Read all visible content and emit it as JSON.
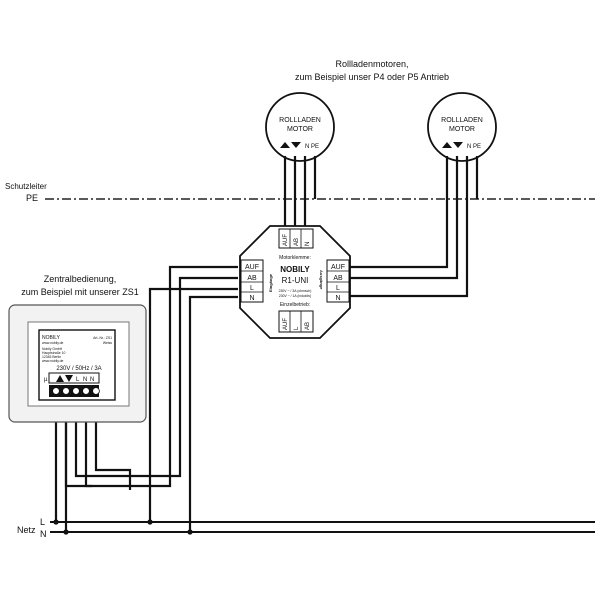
{
  "title": {
    "line1": "Rollladenmotoren,",
    "line2": "zum Beispiel unser P4 oder P5 Antrieb"
  },
  "schutzleiter": {
    "line1": "Schutzleiter",
    "line2": "PE"
  },
  "zentral": {
    "line1": "Zentralbedienung,",
    "line2": "zum Beispiel mit unserer ZS1"
  },
  "motor": {
    "line1": "ROLLLADEN",
    "line2": "MOTOR",
    "terminal_n": "N",
    "terminal_pe": "PE"
  },
  "module": {
    "header": "Motorklemme:",
    "brand": "NOBILY",
    "model": "R1-UNI",
    "spec1": "230V ~ / 3A (ohmsch)",
    "spec2": "230V ~ / 1A (induktiv)",
    "footer": "Einzelbetrieb:",
    "side_left": "Eingänge",
    "side_right": "Ausgänge",
    "top_terminals": [
      "AUF",
      "AB",
      "N"
    ],
    "left_terminals": [
      "AUF",
      "AB",
      "L",
      "N"
    ],
    "right_terminals": [
      "AUF",
      "AB",
      "L",
      "N"
    ],
    "bottom_terminals": [
      "AUF",
      "L",
      "AB"
    ]
  },
  "switch": {
    "brand": "NOBILY",
    "brand_sub": "www.nobily.de",
    "art": "Art.-Nr.: ZS1",
    "art_sub": "Weiss",
    "addr1": "Nobily GmbH",
    "addr2": "Hauptstraße 10",
    "addr3": "12345 Berlin",
    "addr4": "www.nobily.de",
    "rating": "230V / 50Hz / 3A",
    "terminal_mu": "µ",
    "terminals": [
      "L",
      "N",
      "N"
    ]
  },
  "netz": {
    "label": "Netz",
    "l": "L",
    "n": "N"
  },
  "colors": {
    "wire": "#111111",
    "panel": "#f2f2f2",
    "frame": "#555555",
    "dashed": "#222222"
  },
  "icons": {
    "up": "up-arrow-icon",
    "down": "down-arrow-icon"
  }
}
